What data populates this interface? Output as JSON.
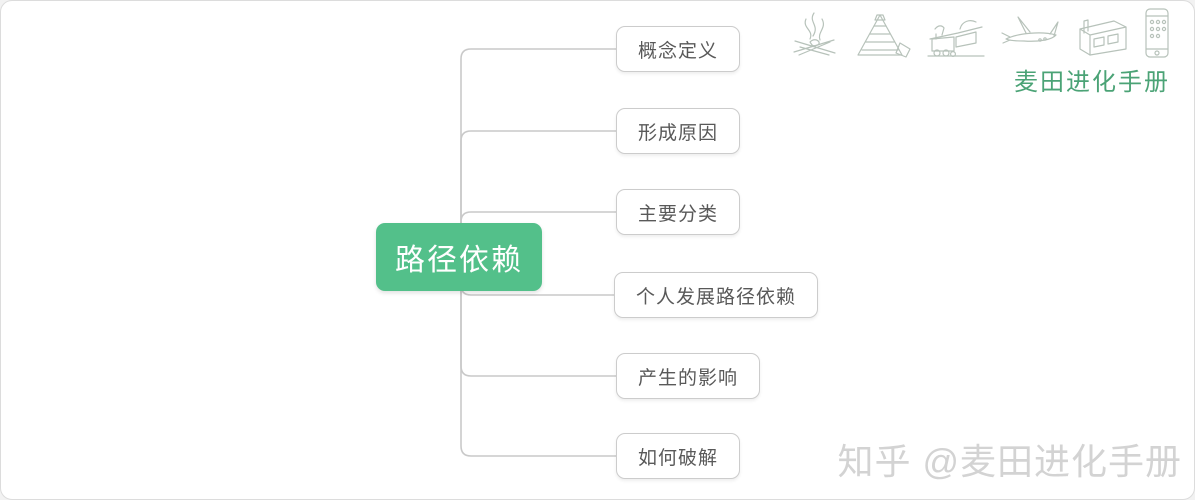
{
  "canvas": {
    "background": "#ffffff",
    "border_color": "#dcdcdc"
  },
  "mindmap": {
    "connector_color": "#c9c9c9",
    "root": {
      "label": "路径依赖",
      "fill_color": "#53c08a",
      "text_color": "#ffffff"
    },
    "branches": [
      {
        "label": "概念定义"
      },
      {
        "label": "形成原因"
      },
      {
        "label": "主要分类"
      },
      {
        "label": "个人发展路径依赖"
      },
      {
        "label": "产生的影响"
      },
      {
        "label": "如何破解"
      }
    ]
  },
  "header": {
    "brand": "麦田进化手册",
    "brand_color": "#4ba376",
    "icons": [
      {
        "name": "campfire-icon"
      },
      {
        "name": "pyramid-icon"
      },
      {
        "name": "train-icon"
      },
      {
        "name": "airplane-icon"
      },
      {
        "name": "factory-icon"
      },
      {
        "name": "smartphone-icon"
      }
    ]
  },
  "watermark": {
    "text": "知乎 @麦田进化手册",
    "color": "#d3d3d3"
  }
}
